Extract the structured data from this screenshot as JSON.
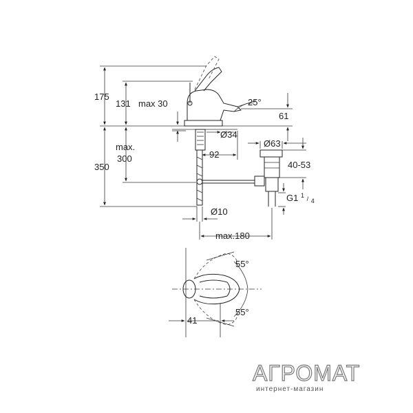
{
  "dimensions": {
    "d175": "175",
    "d131": "131",
    "dmax30": "max 30",
    "d25deg": "25°",
    "d61": "61",
    "d34": "Ø34",
    "d92": "92",
    "d63": "Ø63",
    "dmax": "max.",
    "d300": "300",
    "d350": "350",
    "d4053": "40-53",
    "dg1": "G1",
    "dg1sup": "1",
    "dg1sub": "4",
    "d10": "Ø10",
    "dmax180": "max.180",
    "d55top": "55°",
    "d55bot": "55°",
    "d41": "41"
  },
  "watermark": {
    "title": "АГРОМАТ",
    "subtitle": "интернет-магазин"
  }
}
